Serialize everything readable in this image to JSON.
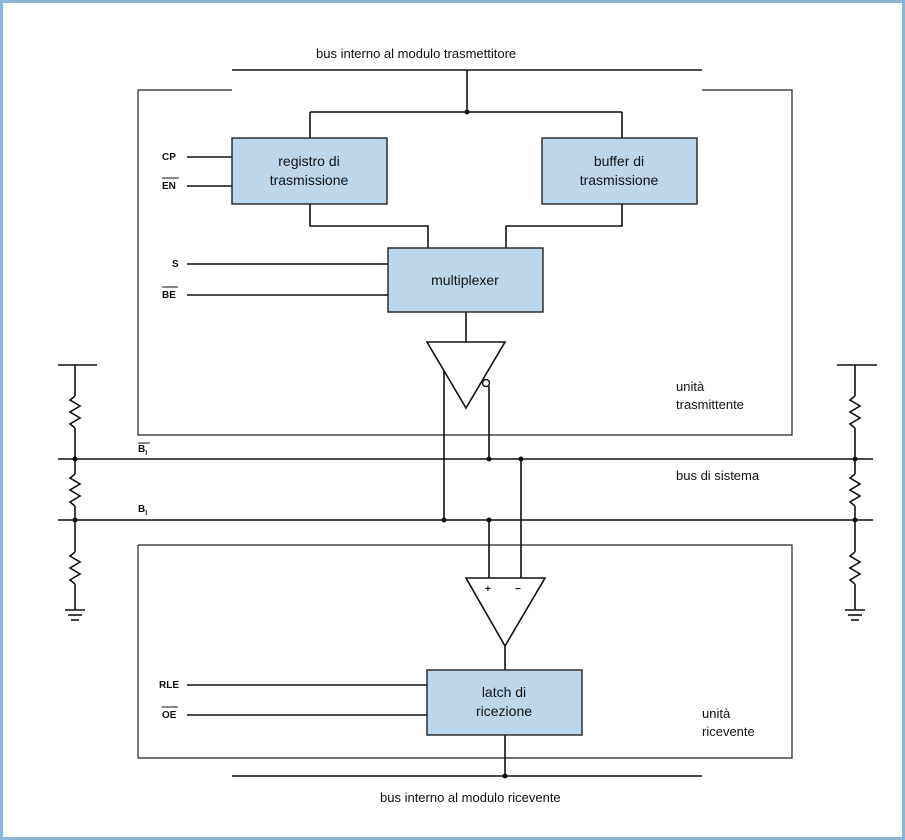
{
  "bus_labels": {
    "tx_internal": "bus interno al modulo trasmettitore",
    "system": "bus di sistema",
    "rx_internal": "bus interno al modulo ricevente"
  },
  "units": {
    "transmitter_line1": "unità",
    "transmitter_line2": "trasmittente",
    "receiver_line1": "unità",
    "receiver_line2": "ricevente"
  },
  "blocks": {
    "tx_register_line1": "registro di",
    "tx_register_line2": "trasmissione",
    "tx_buffer_line1": "buffer di",
    "tx_buffer_line2": "trasmissione",
    "multiplexer": "multiplexer",
    "rx_latch_line1": "latch di",
    "rx_latch_line2": "ricezione"
  },
  "signals": {
    "cp": "CP",
    "en": "EN",
    "s": "S",
    "be": "BE",
    "rle": "RLE",
    "oe": "OE",
    "b_bar": "B",
    "b_bar_sub": "I",
    "b": "B",
    "b_sub": "I"
  },
  "comparator": {
    "plus": "+",
    "minus": "−"
  },
  "colors": {
    "block_fill": "#bcd6ec",
    "frame_border": "#8bb6dc"
  }
}
